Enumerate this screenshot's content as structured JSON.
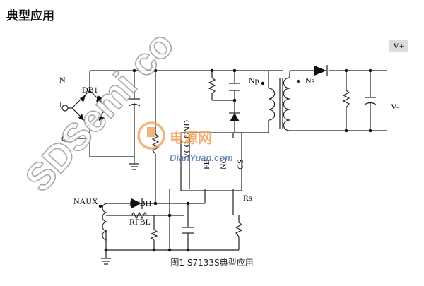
{
  "section_title": "典型应用",
  "caption": "图1 S7133S典型应用",
  "labels": {
    "N": "N",
    "L": "L",
    "db1": "DB1",
    "np": "Np",
    "ns": "Ns",
    "vplus": "V+",
    "vminus": "V-",
    "naux": "NAUX",
    "rfbh": "RFBH",
    "rfbl": "RFBL",
    "rs": "Rs"
  },
  "ic_pins": {
    "vcc": "VCC",
    "gnd": "GND",
    "fb": "FB",
    "nc": "NC",
    "cs": "CS"
  },
  "watermarks": {
    "sdsemi": "SDSemi co",
    "logo_cn": "电源网",
    "logo_url": "DianYuan.com"
  },
  "colors": {
    "wire": "#222222",
    "watermark_gray": "#9a9a9a",
    "logo_orange": "#f0a15a",
    "logo_blue": "#4a6fa8"
  }
}
